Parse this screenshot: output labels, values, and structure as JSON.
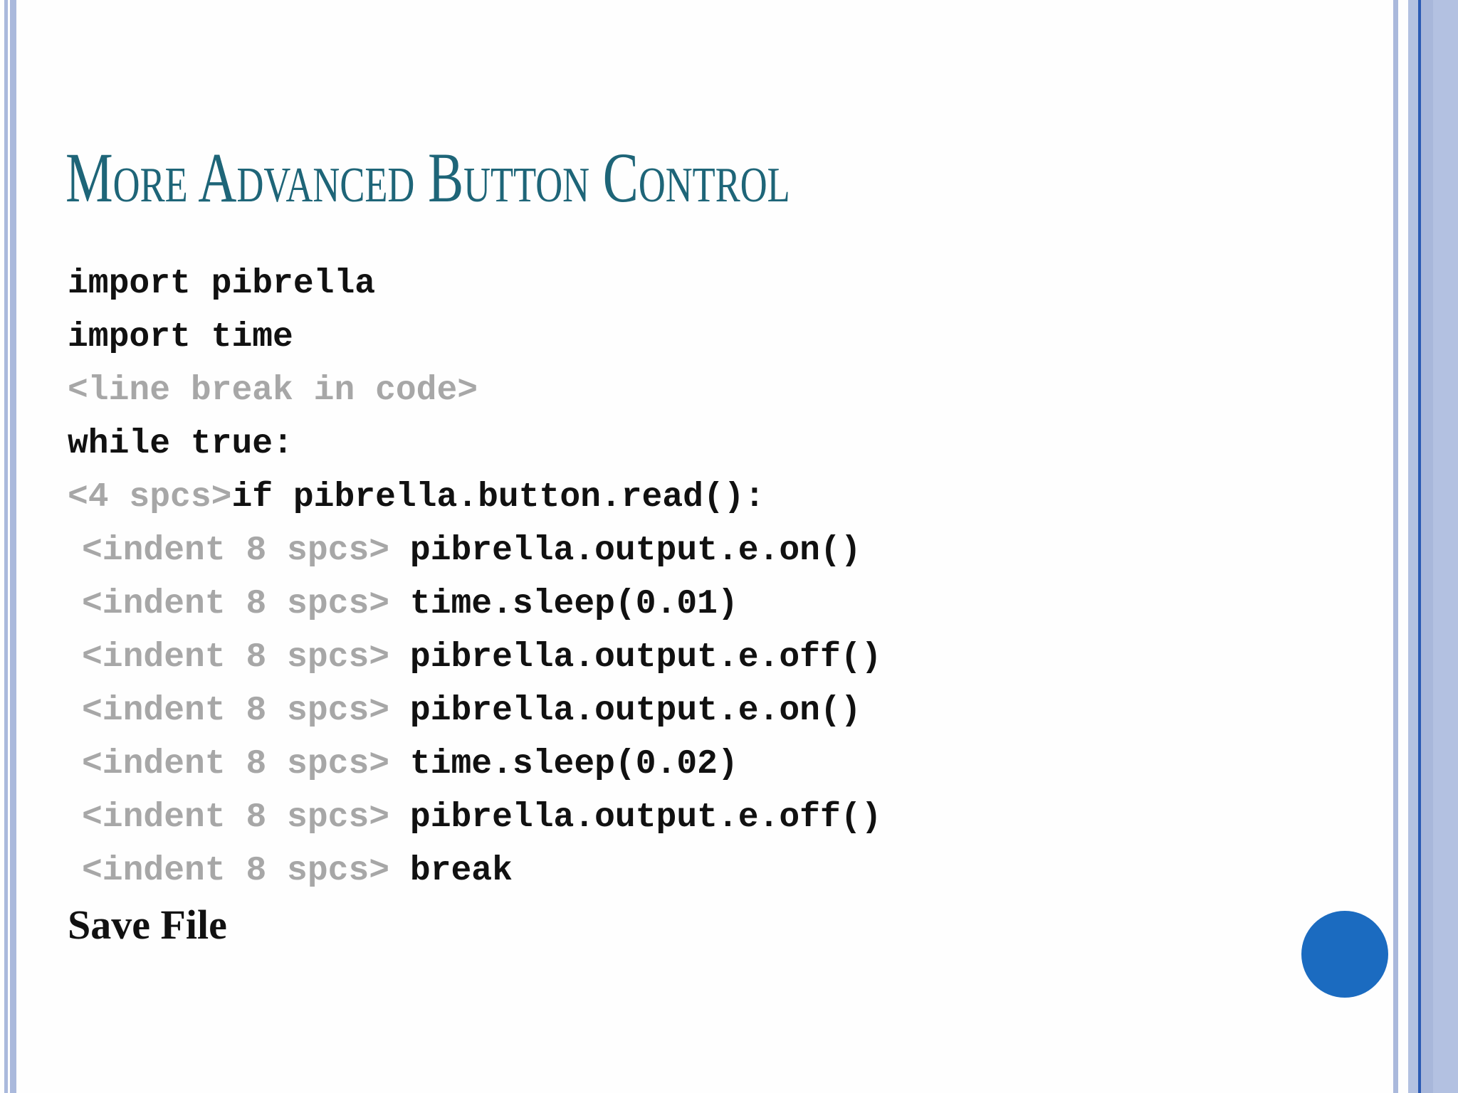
{
  "slide": {
    "title": "More Advanced Button Control",
    "code": {
      "lines": [
        {
          "gray": "",
          "black": "import pibrella"
        },
        {
          "gray": "",
          "black": "import time"
        },
        {
          "gray": "<line break in code>",
          "black": ""
        },
        {
          "gray": "",
          "black": "while true:"
        },
        {
          "gray": "<4 spcs>",
          "black": "if pibrella.button.read():"
        },
        {
          "gray": "<indent 8 spcs>",
          "black": " pibrella.output.e.on()"
        },
        {
          "gray": "<indent 8 spcs>",
          "black": " time.sleep(0.01)"
        },
        {
          "gray": "<indent 8 spcs>",
          "black": " pibrella.output.e.off()"
        },
        {
          "gray": "<indent 8 spcs>",
          "black": " pibrella.output.e.on()"
        },
        {
          "gray": "<indent 8 spcs>",
          "black": " time.sleep(0.02)"
        },
        {
          "gray": "<indent 8 spcs>",
          "black": " pibrella.output.e.off()"
        },
        {
          "gray": "<indent 8 spcs>",
          "black": " break"
        }
      ]
    },
    "footer": {
      "save_label": "Save File"
    },
    "colors": {
      "title": "#1e6578",
      "code_black": "#111111",
      "code_gray": "#a7a7a7",
      "edge_stripe": "#aab9dc",
      "edge_band": "#b3c1e1",
      "edge_dark_line": "#2a5ab4",
      "bullet_circle": "#1b6bc0",
      "background": "#fefefe"
    }
  }
}
